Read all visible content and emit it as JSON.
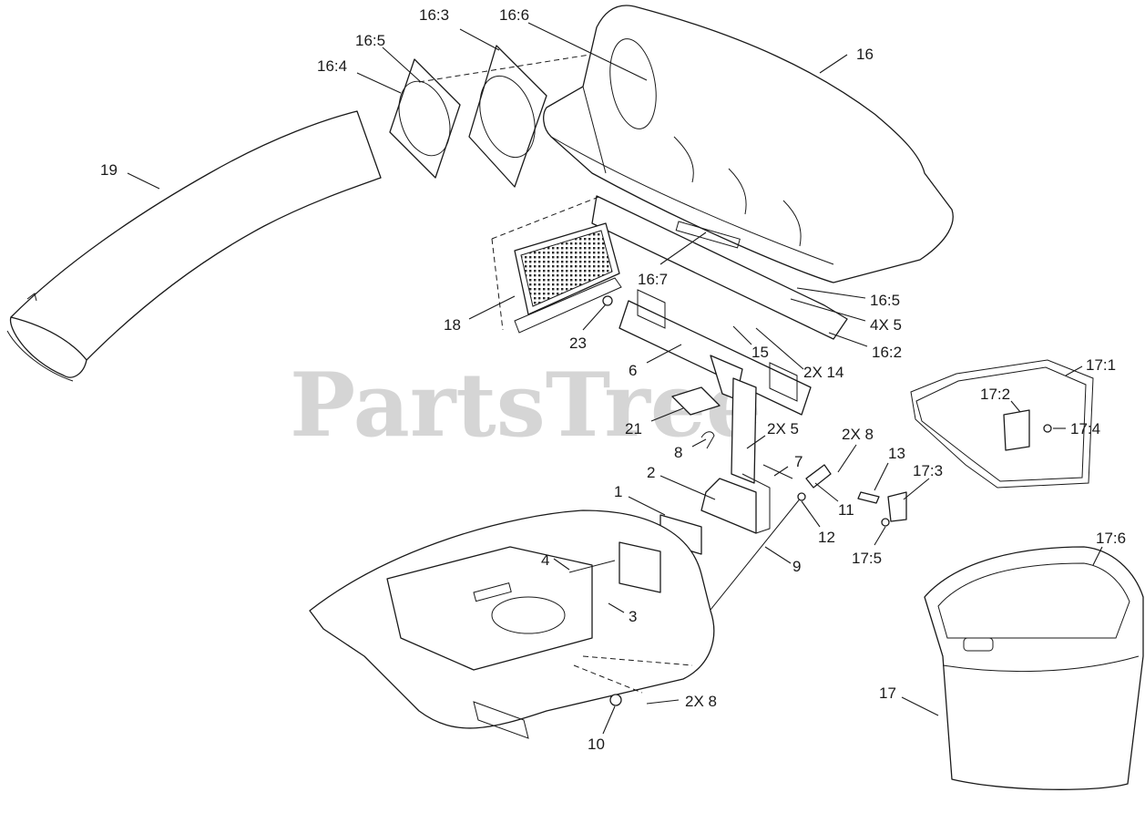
{
  "watermark": "PartsTree",
  "callouts": [
    {
      "id": "c-16-3",
      "text": "16:3"
    },
    {
      "id": "c-16-6",
      "text": "16:6"
    },
    {
      "id": "c-16",
      "text": "16"
    },
    {
      "id": "c-16-5a",
      "text": "16:5"
    },
    {
      "id": "c-16-4",
      "text": "16:4"
    },
    {
      "id": "c-19",
      "text": "19"
    },
    {
      "id": "c-18",
      "text": "18"
    },
    {
      "id": "c-16-7",
      "text": "16:7"
    },
    {
      "id": "c-16-5b",
      "text": "16:5"
    },
    {
      "id": "c-4x5",
      "text": "4X 5"
    },
    {
      "id": "c-23",
      "text": "23"
    },
    {
      "id": "c-15",
      "text": "15"
    },
    {
      "id": "c-16-2",
      "text": "16:2"
    },
    {
      "id": "c-6",
      "text": "6"
    },
    {
      "id": "c-2x14",
      "text": "2X 14"
    },
    {
      "id": "c-17-1",
      "text": "17:1"
    },
    {
      "id": "c-17-2",
      "text": "17:2"
    },
    {
      "id": "c-17-4",
      "text": "17:4"
    },
    {
      "id": "c-21",
      "text": "21"
    },
    {
      "id": "c-2x5",
      "text": "2X 5"
    },
    {
      "id": "c-2x8a",
      "text": "2X 8"
    },
    {
      "id": "c-8",
      "text": "8"
    },
    {
      "id": "c-7",
      "text": "7"
    },
    {
      "id": "c-13",
      "text": "13"
    },
    {
      "id": "c-17-3",
      "text": "17:3"
    },
    {
      "id": "c-2",
      "text": "2"
    },
    {
      "id": "c-11",
      "text": "11"
    },
    {
      "id": "c-1",
      "text": "1"
    },
    {
      "id": "c-12",
      "text": "12"
    },
    {
      "id": "c-17-5",
      "text": "17:5"
    },
    {
      "id": "c-17-6",
      "text": "17:6"
    },
    {
      "id": "c-4",
      "text": "4"
    },
    {
      "id": "c-9",
      "text": "9"
    },
    {
      "id": "c-3",
      "text": "3"
    },
    {
      "id": "c-17",
      "text": "17"
    },
    {
      "id": "c-2x8b",
      "text": "2X 8"
    },
    {
      "id": "c-10",
      "text": "10"
    }
  ]
}
